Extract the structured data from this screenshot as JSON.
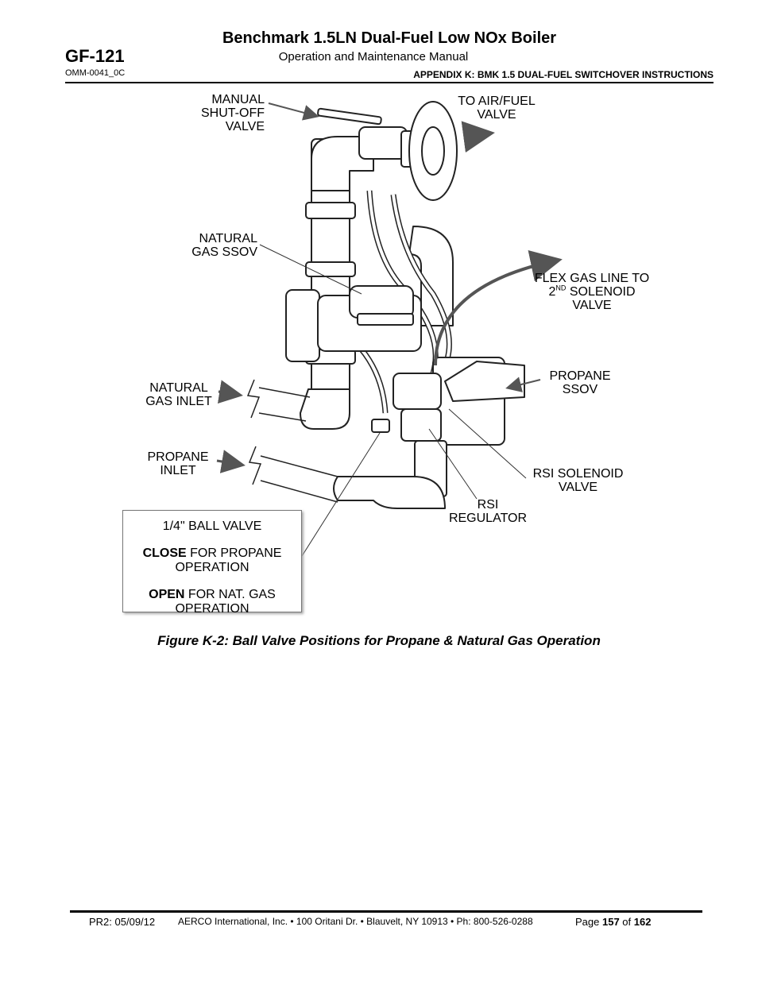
{
  "header": {
    "doc_id": "GF-121",
    "doc_number": "OMM-0041_0C",
    "title": "Benchmark 1.5LN Dual-Fuel Low NOx Boiler",
    "subtitle": "Operation and Maintenance Manual",
    "appendix": "APPENDIX K:  BMK 1.5 DUAL-FUEL SWITCHOVER INSTRUCTIONS"
  },
  "figure": {
    "labels": {
      "manual_1": "MANUAL",
      "manual_2": "SHUT-OFF",
      "manual_3": "VALVE",
      "airfuel_1": "TO AIR/FUEL",
      "airfuel_2": "VALVE",
      "ngssov_1": "NATURAL",
      "ngssov_2": "GAS SSOV",
      "flex_1": "FLEX GAS LINE TO",
      "flex_2a": "2",
      "flex_2sup": "ND",
      "flex_2b": " SOLENOID",
      "flex_3": "VALVE",
      "nginlet_1": "NATURAL",
      "nginlet_2": "GAS INLET",
      "propssov_1": "PROPANE",
      "propssov_2": "SSOV",
      "propinlet_1": "PROPANE",
      "propinlet_2": "INLET",
      "rsisol_1": "RSI SOLENOID",
      "rsisol_2": "VALVE",
      "rsireg_1": "RSI",
      "rsireg_2": "REGULATOR"
    },
    "callout": {
      "line1": "1/4\" BALL VALVE",
      "close_bold": "CLOSE",
      "close_rest": " FOR PROPANE",
      "close_line2": "OPERATION",
      "open_bold": "OPEN",
      "open_rest": " FOR NAT. GAS",
      "open_line2": "OPERATION"
    },
    "caption": "Figure K-2:  Ball Valve Positions for Propane & Natural Gas Operation"
  },
  "footer": {
    "revision": "PR2: 05/09/12",
    "company": "AERCO International, Inc. • 100 Oritani Dr. •  Blauvelt, NY 10913 • Ph: 800-526-0288",
    "page_prefix": "Page ",
    "page_num": "157",
    "page_mid": " of ",
    "page_total": "162"
  }
}
